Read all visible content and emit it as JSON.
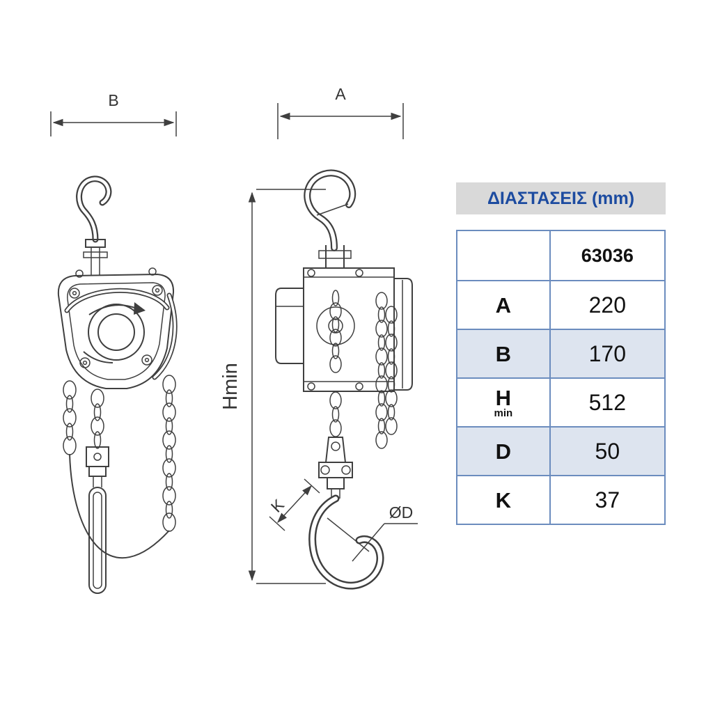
{
  "page": {
    "background": "#ffffff"
  },
  "diagram": {
    "labels": {
      "b": "B",
      "a": "A",
      "hmin": "Hmin",
      "k": "K",
      "d": "ØD"
    },
    "line_color": "#3f3f3f"
  },
  "table": {
    "title": "ΔΙΑΣΤΑΣΕΙΣ (mm)",
    "model": "63036",
    "rows": [
      {
        "label": "A",
        "sub": "",
        "value": "220"
      },
      {
        "label": "B",
        "sub": "",
        "value": "170"
      },
      {
        "label": "H",
        "sub": "min",
        "value": "512"
      },
      {
        "label": "D",
        "sub": "",
        "value": "50"
      },
      {
        "label": "K",
        "sub": "",
        "value": "37"
      }
    ],
    "colors": {
      "title_text": "#1c4ba0",
      "title_bg": "#d9d9d9",
      "border": "#6b8cbe",
      "alt_row_bg": "#dde4ef"
    }
  }
}
